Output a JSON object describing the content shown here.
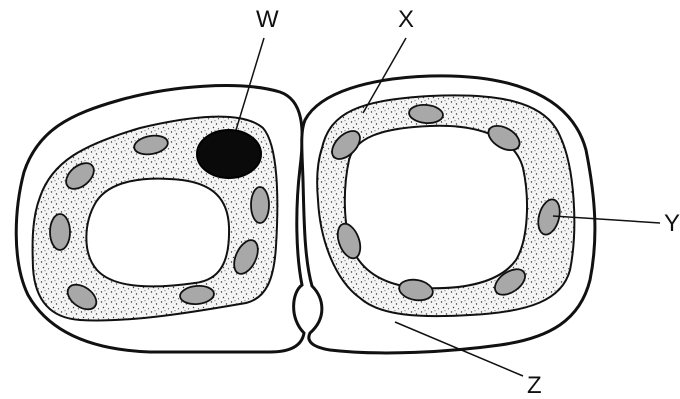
{
  "labels": {
    "w": "W",
    "x": "X",
    "y": "Y",
    "z": "Z"
  },
  "colors": {
    "stroke": "#111111",
    "wall": "#ffffff",
    "cytoplasm": "#f4f4f4",
    "stipple": "#333333",
    "chloroplast": "#a8a8a8",
    "nucleus": "#0a0a0a",
    "vacuole": "#ffffff"
  }
}
